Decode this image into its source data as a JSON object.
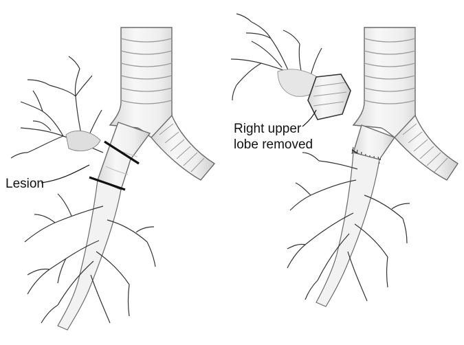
{
  "labels": {
    "lesion": "Lesion",
    "removed_line1": "Right upper",
    "removed_line2": "lobe removed"
  },
  "colors": {
    "airway_fill": "#efefef",
    "airway_shade": "#d7d7d7",
    "outline": "#6a6a6a",
    "ring": "#9a9a9a",
    "branch": "#333333",
    "cut_line": "#111111",
    "label_text": "#111111"
  },
  "figure": {
    "panels": [
      "before-resection",
      "after-sleeve-lobectomy"
    ]
  }
}
